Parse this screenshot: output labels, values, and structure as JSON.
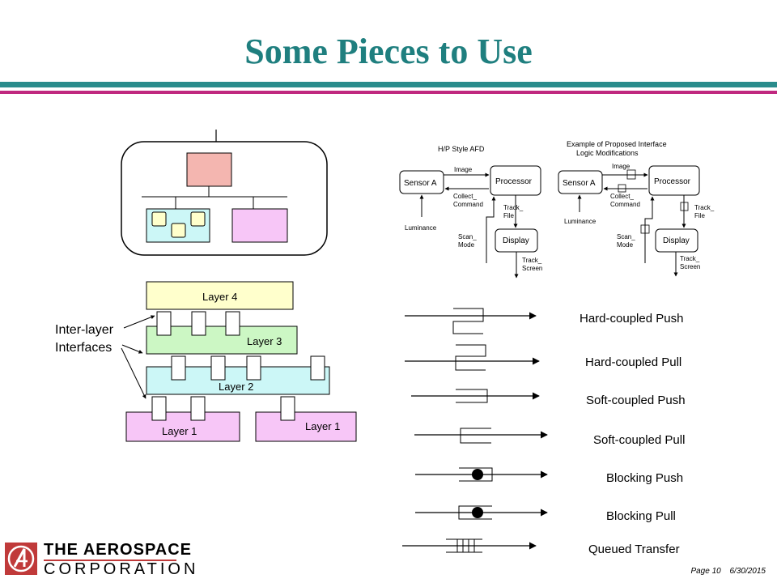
{
  "slide": {
    "title": "Some Pieces to Use",
    "page": "Page 10",
    "date": "6/30/2015"
  },
  "logo": {
    "line1": "THE AEROSPACE",
    "line2": "CORPORATION"
  },
  "layers": {
    "l4": "Layer 4",
    "l3": "Layer 3",
    "l2": "Layer 2",
    "l1a": "Layer 1",
    "l1b": "Layer 1",
    "interfaces_label_1": "Inter-layer",
    "interfaces_label_2": "Interfaces"
  },
  "afd_left": {
    "title": "H/P Style AFD",
    "sensor": "Sensor A",
    "processor": "Processor",
    "display": "Display",
    "image": "Image",
    "collect1": "Collect_",
    "collect2": "Command",
    "track1": "Track_",
    "track2": "File",
    "luminance": "Luminance",
    "scan1": "Scan_",
    "scan2": "Mode",
    "screen1": "Track_",
    "screen2": "Screen"
  },
  "afd_right": {
    "title1": "Example of Proposed Interface",
    "title2": "Logic Modifications",
    "sensor": "Sensor A",
    "processor": "Processor",
    "display": "Display",
    "image": "Image",
    "collect1": "Collect_",
    "collect2": "Command",
    "track1": "Track_",
    "track2": "File",
    "luminance": "Luminance",
    "scan1": "Scan_",
    "scan2": "Mode",
    "screen1": "Track_",
    "screen2": "Screen"
  },
  "legend": {
    "hard_push": "Hard-coupled Push",
    "hard_pull": "Hard-coupled Pull",
    "soft_push": "Soft-coupled Push",
    "soft_pull": "Soft-coupled Pull",
    "block_push": "Blocking Push",
    "block_pull": "Blocking Pull",
    "queued": "Queued Transfer"
  },
  "colors": {
    "title": "#1f7f7f",
    "teal_rule": "#2a8c8c",
    "magenta_rule": "#c0287f",
    "pink": "#f4b6b0",
    "yellow": "#ffffcc",
    "green": "#ccf7c4",
    "cyan": "#ccf7f7",
    "violet": "#f7c6f7",
    "logo_red": "#c03a3a"
  }
}
